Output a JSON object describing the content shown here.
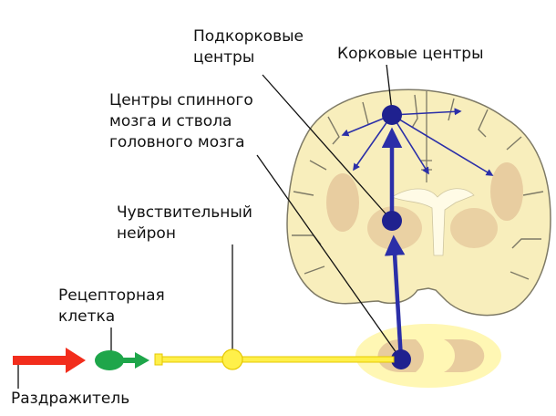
{
  "labels": {
    "subcortical_line1": "Подкорковые",
    "subcortical_line2": "центры",
    "cortical": "Корковые центры",
    "spinal_line1": "Центры спинного",
    "spinal_line2": "мозга и ствола",
    "spinal_line3": "головного мозга",
    "sensory_line1": "Чувствительный",
    "sensory_line2": "нейрон",
    "receptor_line1": "Рецепторная",
    "receptor_line2": "клетка",
    "stimulus": "Раздражитель"
  },
  "colors": {
    "brain_fill": "#f8eebc",
    "brain_outline": "#7e7a66",
    "tissue_tan": "#e5c79b",
    "white_matter": "#fffbe6",
    "pathway_blue": "#2b2fa8",
    "neuron_dot": "#1f218f",
    "receptor_green": "#1ea64a",
    "stimulus_red": "#f22d1c",
    "sensory_yellow": "#fff04a",
    "leader_line": "#111111"
  }
}
